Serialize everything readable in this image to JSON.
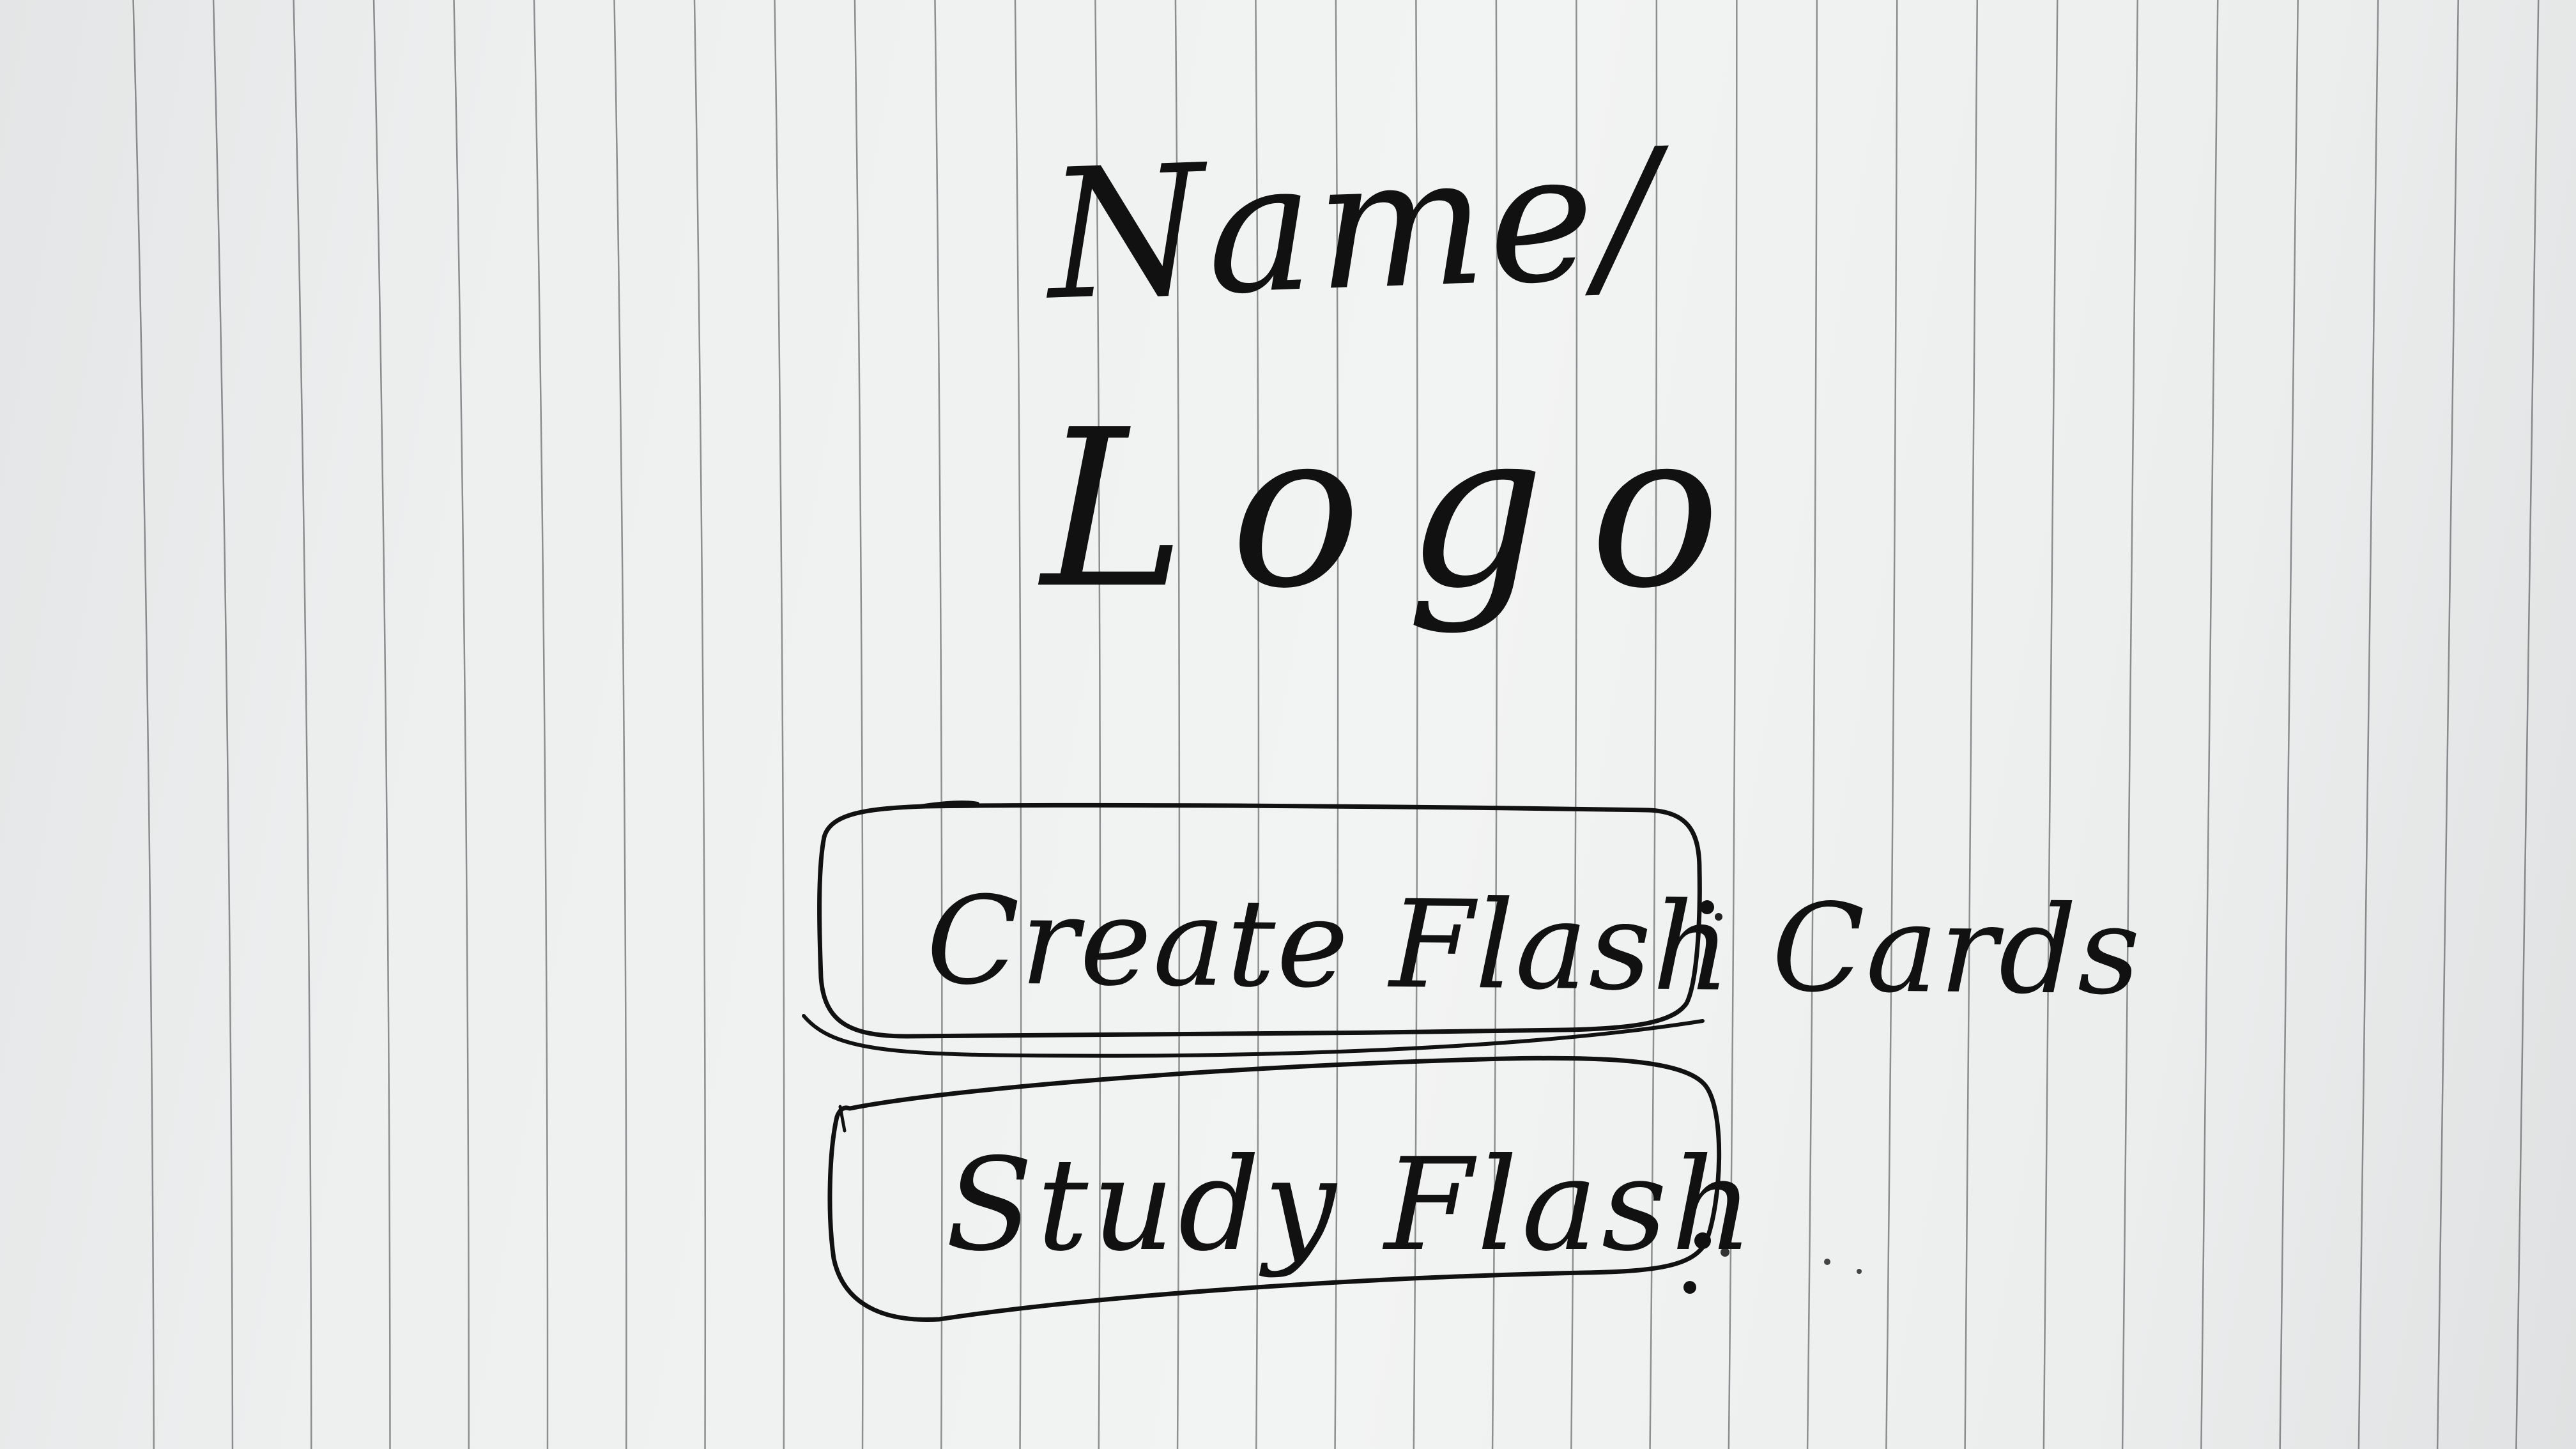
{
  "header": {
    "name_label": "Name/",
    "logo_label": "Logo"
  },
  "actions": {
    "create_label": "Create Flash Cards",
    "study_label": "Study Flash"
  },
  "colors": {
    "ink": "#111111",
    "paper": "#eef0f0",
    "rule_line": "#3a3d40"
  }
}
